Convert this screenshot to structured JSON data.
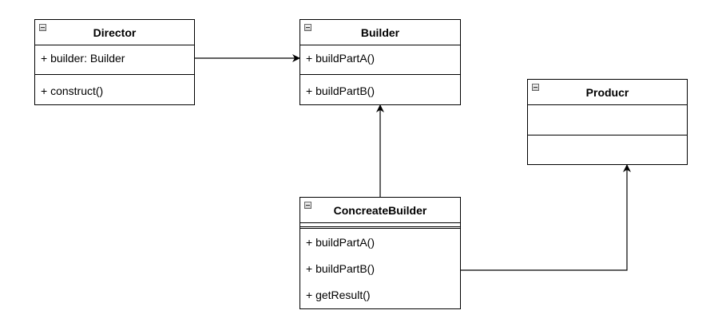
{
  "classes": {
    "director": {
      "name": "Director",
      "attributes": [
        "+ builder: Builder"
      ],
      "methods": [
        "+ construct()"
      ]
    },
    "builder": {
      "name": "Builder",
      "attributes": [
        "+ buildPartA()"
      ],
      "methods": [
        "+ buildPartB()"
      ]
    },
    "producr": {
      "name": "Producr",
      "attributes": [],
      "methods": []
    },
    "concrete_builder": {
      "name": "ConcreateBuilder",
      "attributes": [],
      "methods": [
        "+ buildPartA()",
        "+ buildPartB()",
        "+ getResult()"
      ]
    }
  },
  "relations": [
    {
      "from": "Director",
      "to": "Builder",
      "type": "association"
    },
    {
      "from": "ConcreateBuilder",
      "to": "Builder",
      "type": "association"
    },
    {
      "from": "ConcreateBuilder",
      "to": "Producr",
      "type": "association"
    }
  ]
}
